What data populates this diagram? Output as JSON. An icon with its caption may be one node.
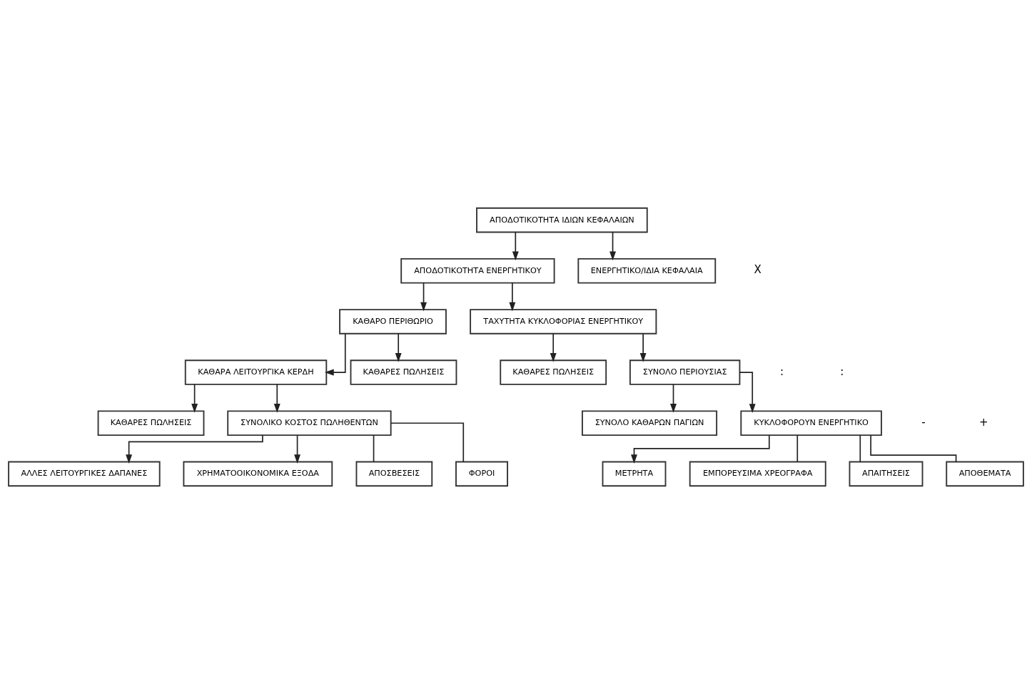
{
  "diagram": {
    "nodes": [
      {
        "text": [
          "ΑΠΟΔΟΤΙΚΟΤΗΤΑ ΙΔΙΩΝ ΚΕΦΑΛΑΙΩΝ"
        ]
      },
      {
        "text": [
          "ΑΠΟΔΟΤΙΚΟΤΗΤΑ ΕΝΕΡΓΗΤΙΚΟΥ"
        ]
      },
      {
        "text": [
          "ΕΝΕΡΓΗΤΙΚΟ/ΙΔΙΑ ΚΕΦΑΛΑΙΑ"
        ]
      },
      {
        "text": [
          "ΚΑΘΑΡΟ ΠΕΡΙΘΩΡΙΟ"
        ]
      },
      {
        "text": [
          "ΤΑΧΥΤΗΤΑ ΚΥΚΛΟΦΟΡΙΑΣ ΕΝΕΡΓΗΤΙΚΟΥ"
        ]
      },
      {
        "text": [
          "ΚΑΘΑΡΑ ΛΕΙΤΟΥΡΓΙΚΑ ΚΕΡΔΗ"
        ]
      },
      {
        "text": [
          "ΚΑΘΑΡΕΣ ΠΩΛΗΣΕΙΣ"
        ]
      },
      {
        "text": [
          "ΚΑΘΑΡΕΣ ΠΩΛΗΣΕΙΣ"
        ]
      },
      {
        "text": [
          "ΣΥΝΟΛΟ ΠΕΡΙΟΥΣΙΑΣ"
        ]
      },
      {
        "text": [
          "ΚΑΘΑΡΕΣ ΠΩΛΗΣΕΙΣ"
        ]
      },
      {
        "text": [
          "ΣΥΝΟΛΙΚΟ ΚΟΣΤΟΣ ΠΩΛΗΘΕΝΤΩΝ"
        ]
      },
      {
        "text": [
          "ΣΥΝΟΛΟ ΚΑΘΑΡΩΝ ΠΑΓΙΩΝ"
        ]
      },
      {
        "text": [
          "ΚΥΚΛΟΦΟΡΟΥΝ ΕΝΕΡΓΗΤΙΚΟ"
        ]
      },
      {
        "text": [
          "ΑΛΛΕΣ ΛΕΙΤΟΥΡΓΙΚΕΣ ΔΑΠΑΝΕΣ"
        ]
      },
      {
        "text": [
          "ΧΡΗΜΑΤΟΟΙΚΟΝΟΜΙΚΑ ΕΞΟΔΑ"
        ]
      },
      {
        "text": [
          "ΜΕΤΡΗΤΑ"
        ]
      },
      {
        "text": [
          "ΕΜΠΟΡΕΥΣΙΜΑ ΧΡΕΟΓΡΑΦΑ"
        ]
      },
      {
        "text": [
          "ΑΠΟΣΒΕΣΕΙΣ"
        ]
      },
      {
        "text": [
          "ΦΟΡΟΙ"
        ]
      },
      {
        "text": [
          "ΑΠΑΙΤΗΣΕΙΣ"
        ]
      },
      {
        "text": [
          "ΑΠΟΘΕΜΑΤΑ"
        ]
      }
    ],
    "edges": [
      {
        "from": 0,
        "to": 1,
        "arrow": "to"
      },
      {
        "from": 0,
        "to": 2,
        "arrow": "to"
      },
      {
        "from": 1,
        "to": 3,
        "arrow": "to"
      },
      {
        "from": 1,
        "to": 4,
        "arrow": "to"
      },
      {
        "from": 3,
        "to": 5,
        "arrow": "to"
      },
      {
        "from": 3,
        "to": 6,
        "arrow": "to"
      },
      {
        "from": 4,
        "to": 7,
        "arrow": "to"
      },
      {
        "from": 4,
        "to": 8,
        "arrow": "to"
      },
      {
        "from": 5,
        "to": 9,
        "arrow": "to"
      },
      {
        "from": 5,
        "to": 10,
        "arrow": "to"
      },
      {
        "from": 8,
        "to": 11,
        "arrow": "to"
      },
      {
        "from": 8,
        "to": 12,
        "arrow": "to"
      },
      {
        "from": 10,
        "to": 13,
        "arrow": "to"
      },
      {
        "from": 10,
        "to": 14,
        "arrow": "to"
      },
      {
        "from": 10,
        "to": 17,
        "arrow": "none"
      },
      {
        "from": 10,
        "to": 18,
        "arrow": "none"
      },
      {
        "from": 12,
        "to": 15,
        "arrow": "to"
      },
      {
        "from": 12,
        "to": 16,
        "arrow": "none"
      },
      {
        "from": 12,
        "to": 19,
        "arrow": "none"
      },
      {
        "from": 12,
        "to": 20,
        "arrow": "none"
      }
    ],
    "labels": [
      "X",
      ":",
      ":",
      "-",
      "+"
    ]
  }
}
